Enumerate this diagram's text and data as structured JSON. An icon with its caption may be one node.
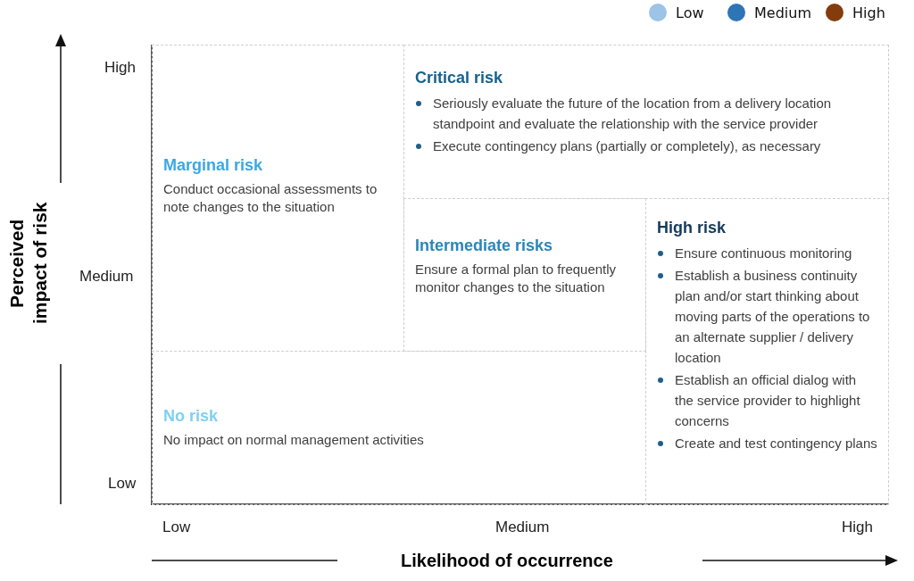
{
  "diagram": {
    "nodes": [
      {
        "text": [
          "Critical risk",
          "Seriously evaluate the future of the location from a delivery location standpoint and evaluate the relationship with the service provider",
          "Execute contingency plans (partially or completely), as necessary"
        ]
      },
      {
        "text": [
          "Marginal risk",
          "Conduct occasional assessments to note changes to the situation"
        ]
      },
      {
        "text": [
          "Intermediate risks",
          "Ensure a formal plan to frequently monitor changes to the situation"
        ]
      },
      {
        "text": [
          "High risk",
          "Ensure continuous monitoring",
          "Establish a business continuity plan and/or start thinking about moving parts of the operations to an alternate supplier / delivery location",
          "Establish an official dialog with the service provider to highlight concerns",
          "Create and test contingency plans"
        ]
      },
      {
        "text": [
          "No risk",
          "No impact on normal management activities"
        ]
      }
    ],
    "labels": [
      "High",
      "Medium",
      "Perceived impact of risk",
      "Low",
      "Low",
      "Medium",
      "High",
      "Likelihood of occurrence"
    ],
    "legend": [
      {
        "text": "Low",
        "color": "#9dc3e6"
      },
      {
        "text": "Medium",
        "color": "#2e75b6"
      },
      {
        "text": "High",
        "color": "#843c0c"
      }
    ]
  }
}
